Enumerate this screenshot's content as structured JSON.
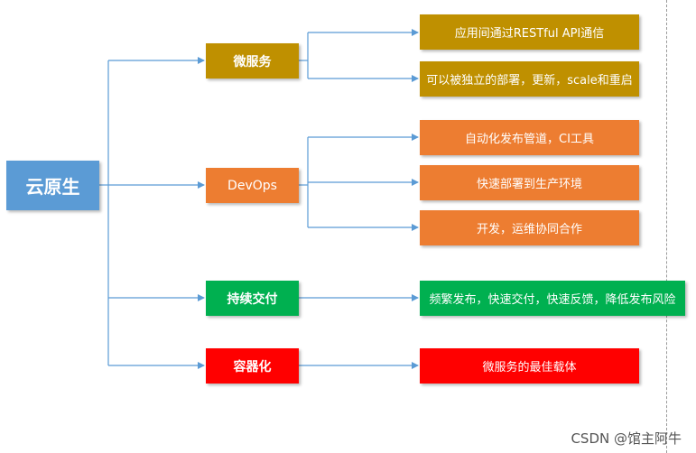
{
  "root": {
    "label": "云原生",
    "color": "#5b9bd5"
  },
  "categories": [
    {
      "label": "微服务",
      "color": "#bf9000",
      "items": [
        "应用间通过RESTful API通信",
        "可以被独立的部署，更新，scale和重启"
      ]
    },
    {
      "label": "DevOps",
      "color": "#ed7d31",
      "items": [
        "自动化发布管道，CI工具",
        "快速部署到生产环境",
        "开发，运维协同合作"
      ]
    },
    {
      "label": "持续交付",
      "color": "#00b050",
      "items": [
        "频繁发布，快速交付，快速反馈，降低发布风险"
      ]
    },
    {
      "label": "容器化",
      "color": "#ff0000",
      "items": [
        "微服务的最佳载体"
      ]
    }
  ],
  "connector_color": "#5b9bd5",
  "watermark": "CSDN @馆主阿牛"
}
